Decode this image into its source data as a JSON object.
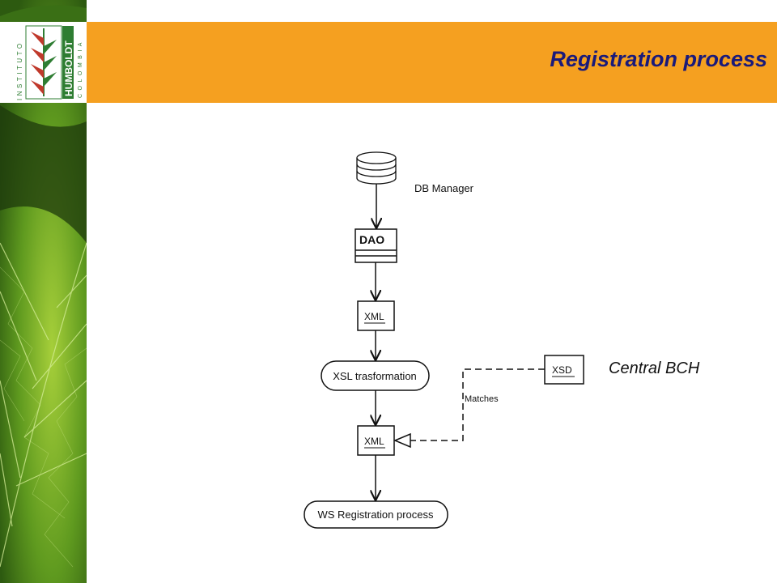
{
  "header": {
    "title": "Registration process",
    "logo": {
      "left_text": "INSTITUTO",
      "main_text": "HUMBOLDT",
      "right_text": "COLOMBIA"
    }
  },
  "diagram": {
    "db_label": "DB Manager",
    "dao_label": "DAO",
    "xml1_label": "XML",
    "xsl_label": "XSL trasformation",
    "xsd_label": "XSD",
    "matches_label": "Matches",
    "xml2_label": "XML",
    "ws_label": "WS Registration process",
    "side_label": "Central BCH"
  },
  "colors": {
    "header_orange": "#f5a020",
    "title_blue": "#1a1a7a",
    "logo_green": "#2e7d32",
    "leaf_green": "#6aa321"
  }
}
